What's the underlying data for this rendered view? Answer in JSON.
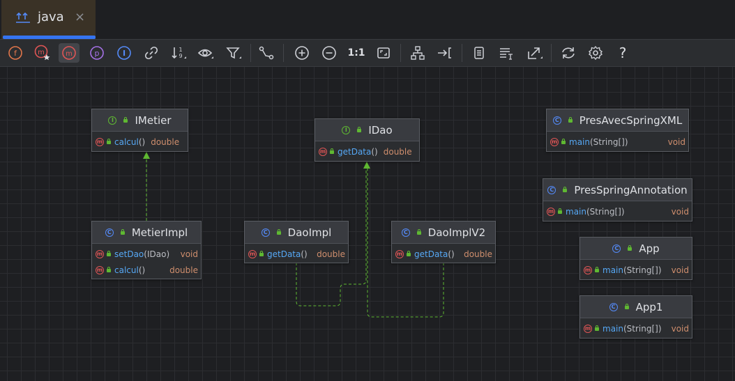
{
  "tab": {
    "label": "java",
    "close": "×"
  },
  "toolbar": {
    "buttons": [
      {
        "icon": "fields-icon",
        "glyph": "f",
        "color": "#e0764b"
      },
      {
        "icon": "inherited-methods-icon",
        "glyph": "m",
        "color": "#e05555"
      },
      {
        "icon": "methods-icon",
        "glyph": "m",
        "color": "#e05555"
      },
      {
        "icon": "properties-icon",
        "glyph": "p",
        "color": "#a571e6"
      },
      {
        "icon": "inner-classes-icon",
        "glyph": "I",
        "color": "#548af7"
      }
    ],
    "actual_size_label": "1:1",
    "help_label": "?"
  },
  "colors": {
    "accent": "#3574f0",
    "class_badge": "#548af7",
    "interface_badge": "#5fb832",
    "method_badge": "#e05555",
    "method_name": "#56a8f5",
    "return_type": "#cf8e6d",
    "edge": "#5fb832"
  },
  "diagram": {
    "nodes": {
      "imetier": {
        "kind": "interface",
        "name": "IMetier",
        "members": [
          {
            "name": "calcul",
            "params": "()",
            "type": "double"
          }
        ]
      },
      "idao": {
        "kind": "interface",
        "name": "IDao",
        "members": [
          {
            "name": "getData",
            "params": "()",
            "type": "double"
          }
        ]
      },
      "presavecspringxml": {
        "kind": "class",
        "name": "PresAvecSpringXML",
        "members": [
          {
            "name": "main",
            "params": "(String[])",
            "type": "void"
          }
        ]
      },
      "presspringannotation": {
        "kind": "class",
        "name": "PresSpringAnnotation",
        "members": [
          {
            "name": "main",
            "params": "(String[])",
            "type": "void"
          }
        ]
      },
      "metierimpl": {
        "kind": "class",
        "name": "MetierImpl",
        "members": [
          {
            "name": "setDao",
            "params": "(IDao)",
            "type": "void"
          },
          {
            "name": "calcul",
            "params": "()",
            "type": "double"
          }
        ]
      },
      "daoimpl": {
        "kind": "class",
        "name": "DaoImpl",
        "members": [
          {
            "name": "getData",
            "params": "()",
            "type": "double"
          }
        ]
      },
      "daoimplv2": {
        "kind": "class",
        "name": "DaoImplV2",
        "members": [
          {
            "name": "getData",
            "params": "()",
            "type": "double"
          }
        ]
      },
      "app": {
        "kind": "class",
        "name": "App",
        "members": [
          {
            "name": "main",
            "params": "(String[])",
            "type": "void"
          }
        ]
      },
      "app1": {
        "kind": "class",
        "name": "App1",
        "members": [
          {
            "name": "main",
            "params": "(String[])",
            "type": "void"
          }
        ]
      }
    },
    "edges": [
      {
        "from": "MetierImpl",
        "to": "IMetier",
        "type": "implements"
      },
      {
        "from": "DaoImpl",
        "to": "IDao",
        "type": "implements"
      },
      {
        "from": "DaoImplV2",
        "to": "IDao",
        "type": "implements"
      }
    ]
  }
}
